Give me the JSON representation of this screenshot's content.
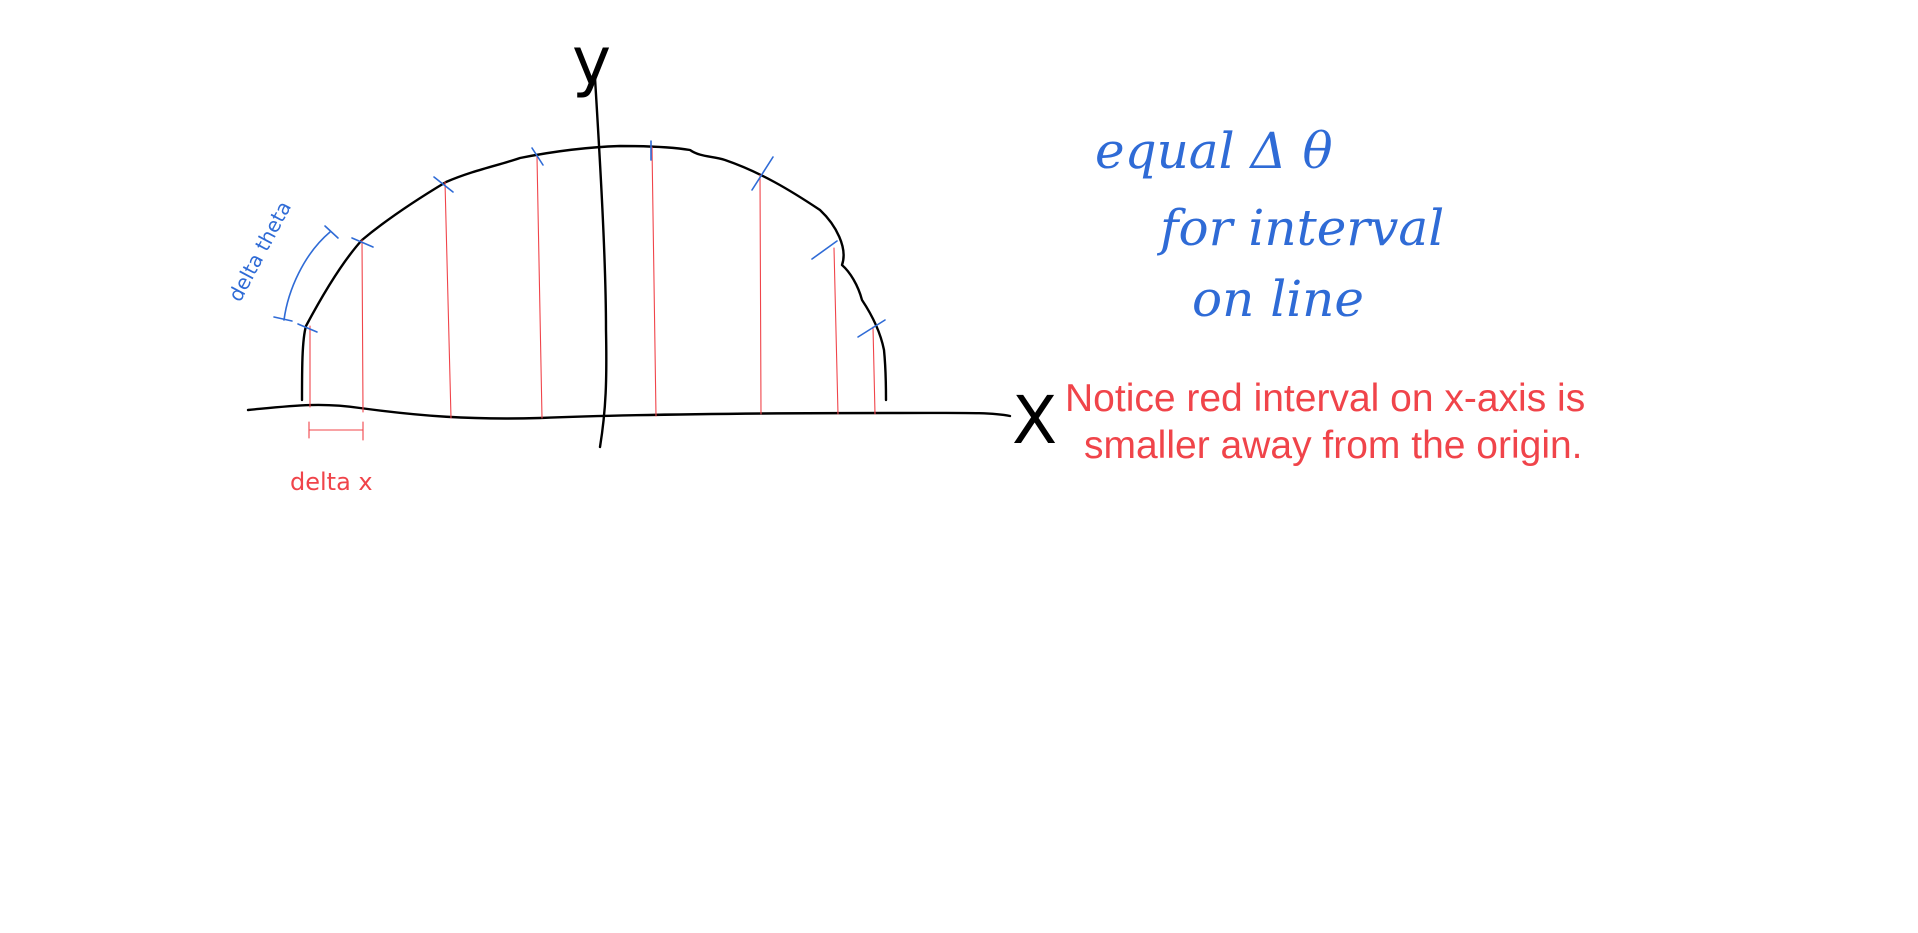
{
  "axes": {
    "x_label": "X",
    "y_label": "y"
  },
  "labels": {
    "delta_x": "delta x",
    "delta_theta": "delta theta"
  },
  "handwriting": {
    "line1": "equal Δ θ",
    "line2": "for interval",
    "line3": "on line"
  },
  "note": {
    "line1": "Notice red interval on x-axis is",
    "line2": "smaller away from the origin."
  },
  "colors": {
    "curve": "#000000",
    "ticks": "#2f6bd6",
    "projections": "#f0444a",
    "note": "#f0444a"
  }
}
